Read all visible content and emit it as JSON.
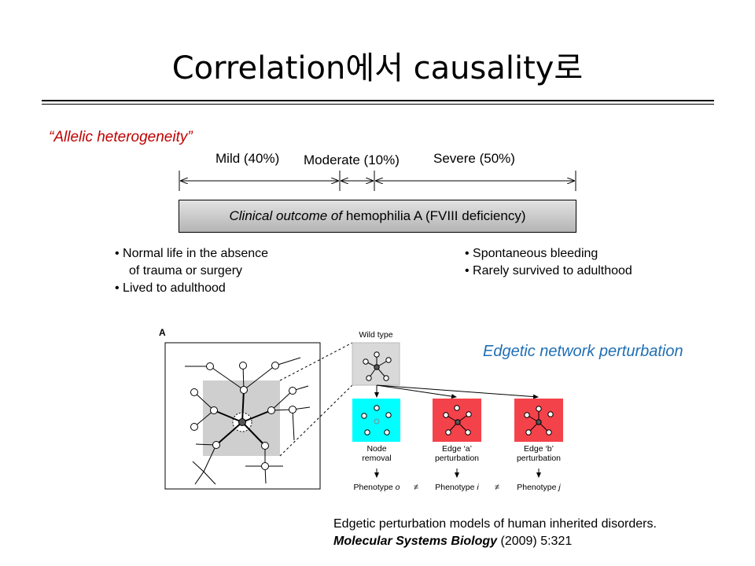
{
  "slide": {
    "title": "Correlation에서 causality로",
    "allelic_label": "“Allelic heterogeneity”",
    "severity": [
      {
        "label": "Mild (40%)"
      },
      {
        "label": "Moderate (10%)"
      },
      {
        "label": "Severe (50%)"
      }
    ],
    "outcome": {
      "italic_part": "Clinical outcome of",
      "normal_part": " hemophilia A (FVIII deficiency)"
    },
    "left_bullets": {
      "b1_line1": "•  Normal life in the absence",
      "b1_line2": "of trauma or surgery",
      "b2": "•  Lived to adulthood"
    },
    "right_bullets": [
      "• Spontaneous bleeding",
      "• Rarely survived to adulthood"
    ],
    "figure": {
      "panel_label": "A",
      "wild_type": "Wild type",
      "node_removal": [
        "Node",
        "removal"
      ],
      "edge_a": [
        "Edge ‘a’",
        "perturbation"
      ],
      "edge_b": [
        "Edge ‘b’",
        "perturbation"
      ],
      "phenotype_prefix": "Phenotype ",
      "phenotypes": [
        "o",
        "i",
        "j"
      ],
      "neq": "≠"
    },
    "edgetic_title": "Edgetic network perturbation",
    "reference": {
      "line1": "Edgetic perturbation models of human inherited disorders.",
      "journal": "Molecular Systems Biology",
      "details": " (2009) 5:321"
    },
    "colors": {
      "allelic_red": "#c00000",
      "edgetic_blue": "#1f6fb5",
      "node_removal_cyan": "#00ffff",
      "perturbation_red": "#f4424a"
    }
  }
}
